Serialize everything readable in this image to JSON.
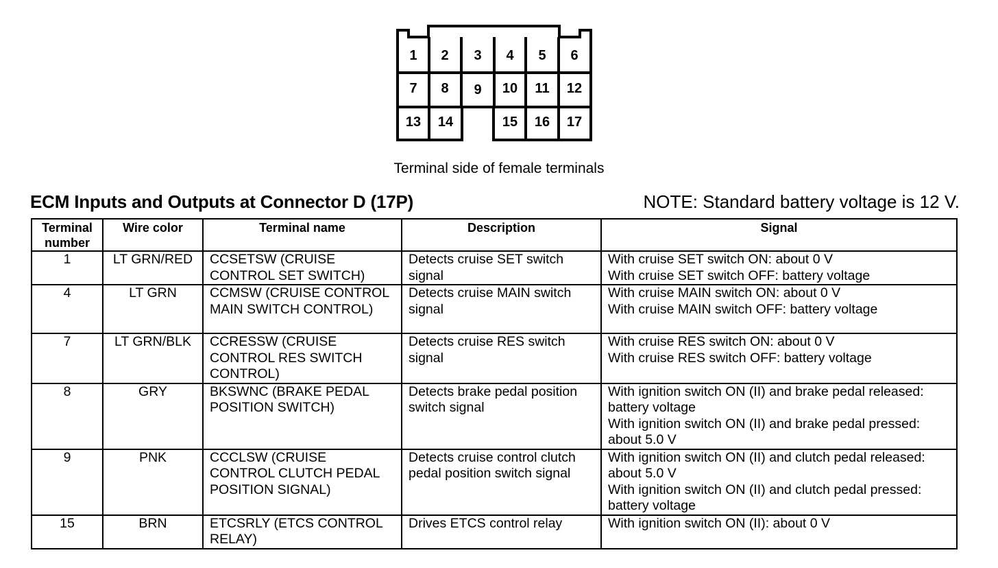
{
  "connector": {
    "pins_row1": [
      "1",
      "2",
      "3",
      "4",
      "5",
      "6"
    ],
    "pins_row2": [
      "7",
      "8",
      "9",
      "10",
      "11",
      "12"
    ],
    "pins_row3": [
      "13",
      "14",
      "15",
      "16",
      "17"
    ],
    "caption": "Terminal side of female terminals"
  },
  "title": "ECM Inputs and Outputs at Connector D (17P)",
  "note": "NOTE: Standard battery voltage is 12 V.",
  "table": {
    "headers": {
      "terminal": "Terminal number",
      "wire": "Wire color",
      "name": "Terminal name",
      "description": "Description",
      "signal": "Signal"
    },
    "rows": [
      {
        "terminal": "1",
        "wire": "LT GRN/RED",
        "name": "CCSETSW (CRUISE CONTROL SET SWITCH)",
        "description": "Detects cruise SET switch signal",
        "signal": [
          "With cruise SET switch ON: about 0 V",
          "With cruise SET switch OFF: battery voltage"
        ]
      },
      {
        "terminal": "4",
        "wire": "LT GRN",
        "name": "CCMSW (CRUISE CONTROL MAIN SWITCH CONTROL)",
        "description": "Detects cruise MAIN switch signal",
        "signal": [
          "With cruise MAIN switch ON: about 0 V",
          "With cruise MAIN switch OFF: battery voltage"
        ]
      },
      {
        "terminal": "7",
        "wire": "LT GRN/BLK",
        "name": "CCRESSW (CRUISE CONTROL RES SWITCH CONTROL)",
        "description": "Detects cruise RES switch signal",
        "signal": [
          "With cruise RES switch ON: about 0 V",
          "With cruise RES switch OFF: battery voltage"
        ]
      },
      {
        "terminal": "8",
        "wire": "GRY",
        "name": "BKSWNC (BRAKE PEDAL POSITION SWITCH)",
        "description": "Detects brake pedal position switch signal",
        "signal": [
          "With ignition switch ON (II) and brake pedal released: battery voltage",
          "With ignition switch ON (II) and brake pedal pressed: about 5.0 V"
        ]
      },
      {
        "terminal": "9",
        "wire": "PNK",
        "name": "CCCLSW (CRUISE CONTROL CLUTCH PEDAL POSITION SIGNAL)",
        "description": "Detects cruise control clutch pedal position switch signal",
        "signal": [
          "With ignition switch ON (II) and clutch pedal released: about 5.0 V",
          "With ignition switch ON (II) and clutch pedal pressed: battery voltage"
        ]
      },
      {
        "terminal": "15",
        "wire": "BRN",
        "name": "ETCSRLY (ETCS CONTROL RELAY)",
        "description": "Drives ETCS control relay",
        "signal": [
          "With ignition switch ON (II): about 0 V"
        ]
      }
    ]
  }
}
